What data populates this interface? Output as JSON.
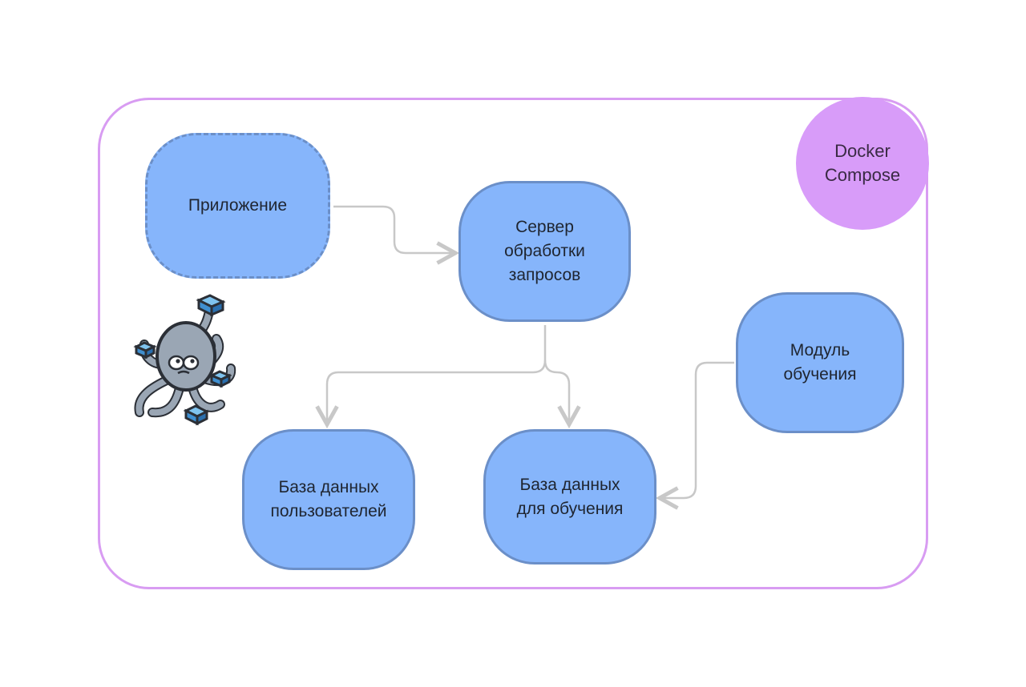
{
  "diagram": {
    "container_label": "Docker\nCompose",
    "nodes": {
      "app": "Приложение",
      "server": "Сервер\nобработки\nзапросов",
      "training_module": "Модуль\nобучения",
      "users_db": "База данных\nпользователей",
      "training_db": "База данных\nдля обучения"
    },
    "edges": [
      {
        "from": "app",
        "to": "server"
      },
      {
        "from": "server",
        "to": "users_db"
      },
      {
        "from": "server",
        "to": "training_db"
      },
      {
        "from": "training_module",
        "to": "training_db"
      }
    ],
    "colors": {
      "frame": "#d89cf2",
      "container_badge": "#d89cf9",
      "node_fill": "#86b5fb",
      "node_border": "#6b8fc8",
      "edge": "#c8c8c8"
    },
    "mascot_icon": "docker-compose-octopus-icon"
  }
}
